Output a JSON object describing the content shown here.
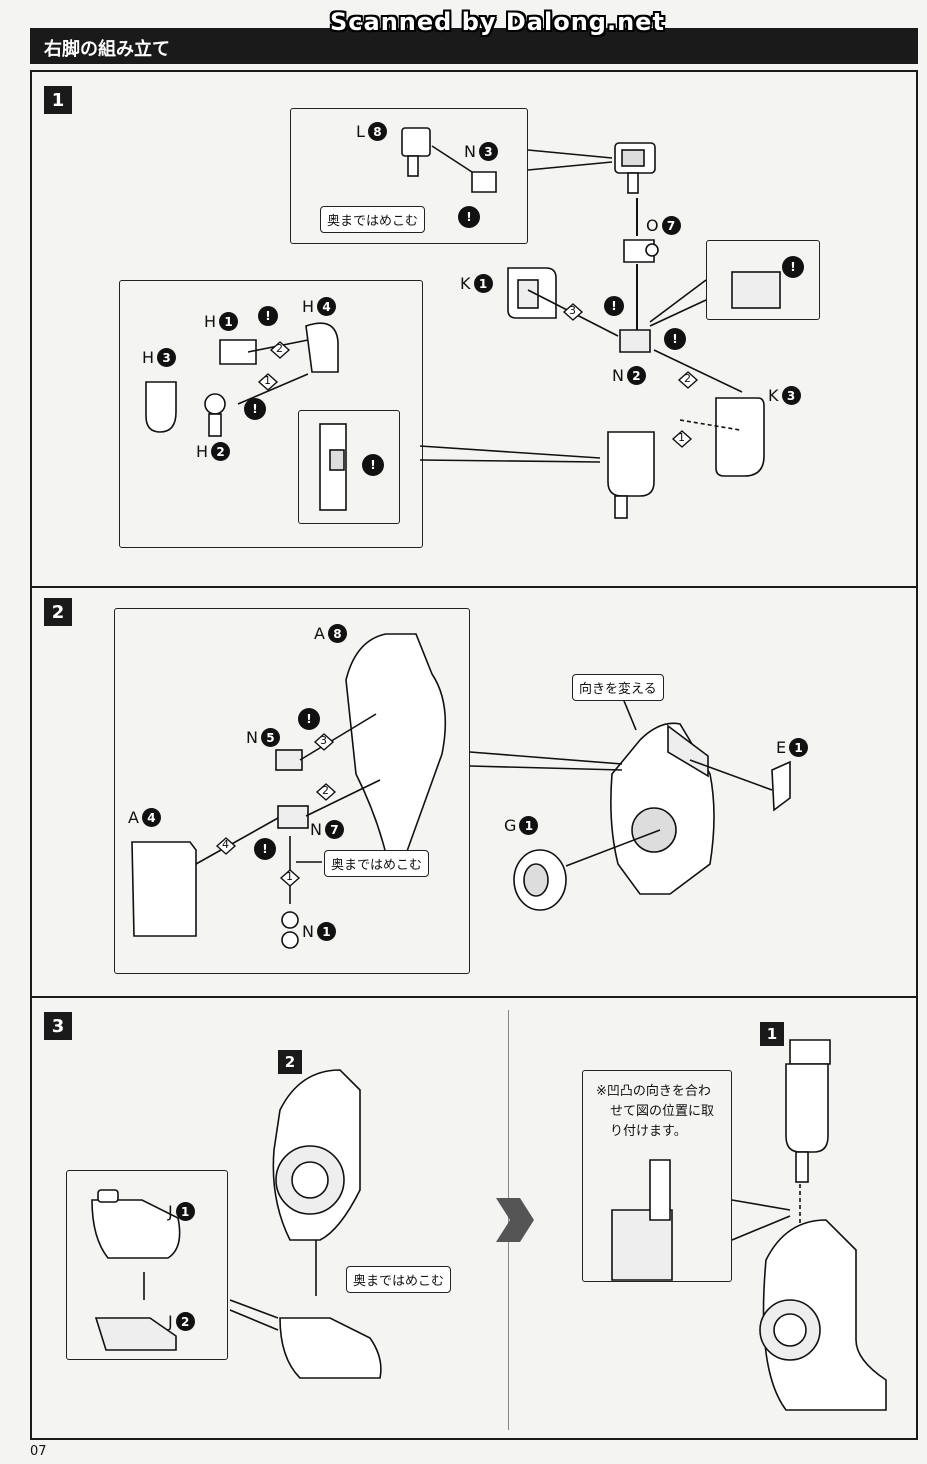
{
  "watermark": "Scanned by Dalong.net",
  "header": {
    "title": "右脚の組み立て"
  },
  "steps": [
    {
      "number": "1"
    },
    {
      "number": "2"
    },
    {
      "number": "3"
    }
  ],
  "step1": {
    "parts": {
      "L": "L",
      "L_num": "8",
      "N3": "N",
      "N3_num": "3",
      "H1": "H",
      "H1_num": "1",
      "H4": "H",
      "H4_num": "4",
      "H3": "H",
      "H3_num": "3",
      "H2": "H",
      "H2_num": "2",
      "K1": "K",
      "K1_num": "1",
      "O": "O",
      "O_num": "7",
      "N2": "N",
      "N2_num": "2",
      "K3": "K",
      "K3_num": "3"
    },
    "callout_push": "奥まではめこむ",
    "order": [
      "1",
      "2",
      "3"
    ]
  },
  "step2": {
    "parts": {
      "A8": "A",
      "A8_num": "8",
      "N5": "N",
      "N5_num": "5",
      "A4": "A",
      "A4_num": "4",
      "N7": "N",
      "N7_num": "7",
      "N1": "N",
      "N1_num": "1",
      "E1": "E",
      "E1_num": "1",
      "G1": "G",
      "G1_num": "1"
    },
    "callout_push": "奥まではめこむ",
    "callout_turn": "向きを変える",
    "order": [
      "1",
      "2",
      "3",
      "4"
    ]
  },
  "step3": {
    "ref_2": "2",
    "ref_1": "1",
    "parts": {
      "J1": "J",
      "J1_num": "1",
      "J2": "J",
      "J2_num": "2"
    },
    "callout_push": "奥まではめこむ",
    "note_lines": [
      "※凹凸の向きを合わ",
      "せて図の位置に取",
      "り付けます。"
    ]
  },
  "footer": {
    "page_number": "07"
  },
  "icons": {
    "warning": "exclamation-circle-icon",
    "arrow": "dark-arrow-right-icon"
  }
}
